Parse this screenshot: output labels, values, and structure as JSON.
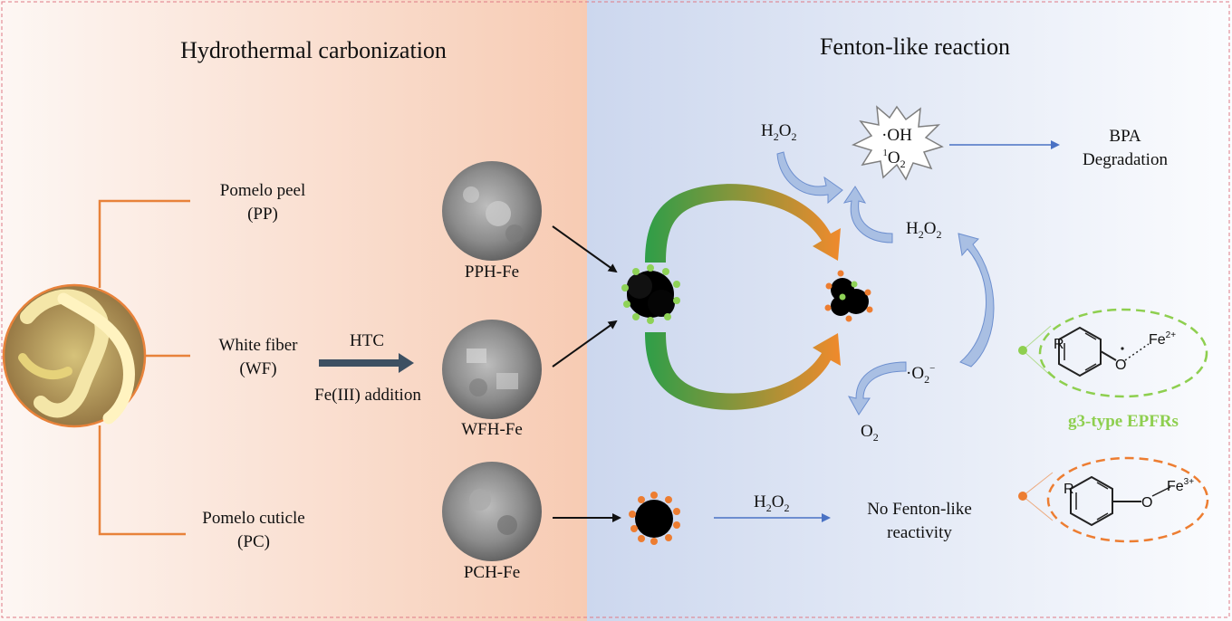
{
  "left_panel": {
    "title": "Hydrothermal carbonization",
    "sources": [
      {
        "name": "Pomelo peel",
        "abbr": "(PP)"
      },
      {
        "name": "White fiber",
        "abbr": "(WF)"
      },
      {
        "name": "Pomelo cuticle",
        "abbr": "(PC)"
      }
    ],
    "process_top": "HTC",
    "process_bottom": "Fe(III) addition",
    "products": [
      "PPH-Fe",
      "WFH-Fe",
      "PCH-Fe"
    ]
  },
  "right_panel": {
    "title": "Fenton-like reaction",
    "h2o2": "H",
    "h2o2_sub": "2",
    "h2o2_o": "O",
    "oh": "·OH",
    "singlet_pre": "1",
    "singlet": "O",
    "singlet_sub": "2",
    "superoxide": "·O",
    "superoxide_sub": "2",
    "superoxide_sup": "−",
    "o2": "O",
    "o2_sub": "2",
    "outcome_line1": "BPA",
    "outcome_line2": "Degradation",
    "no_reaction_line1": "No Fenton-like",
    "no_reaction_line2": "reactivity",
    "epfr_label": "g3-type EPFRs",
    "r_group": "R",
    "oxygen": "O",
    "fe_top": "Fe",
    "fe_top_sup": "2+",
    "fe_bottom": "Fe",
    "fe_bottom_sup": "3+"
  },
  "colors": {
    "left_bg_start": "#fdf6f3",
    "left_bg_end": "#f7cdb6",
    "right_bg_start": "#cdd8ef",
    "right_bg_end": "#fbfcfe",
    "orange_line": "#e8823a",
    "green_dot": "#8ed257",
    "orange_dot": "#ed7d31",
    "green_arrow": "#2e9e48",
    "orange_arrow": "#f08a2c",
    "blue_arrow": "#a9bfe3",
    "epfr_green": "#8ecf4f",
    "process_arrow": "#3d5062"
  }
}
